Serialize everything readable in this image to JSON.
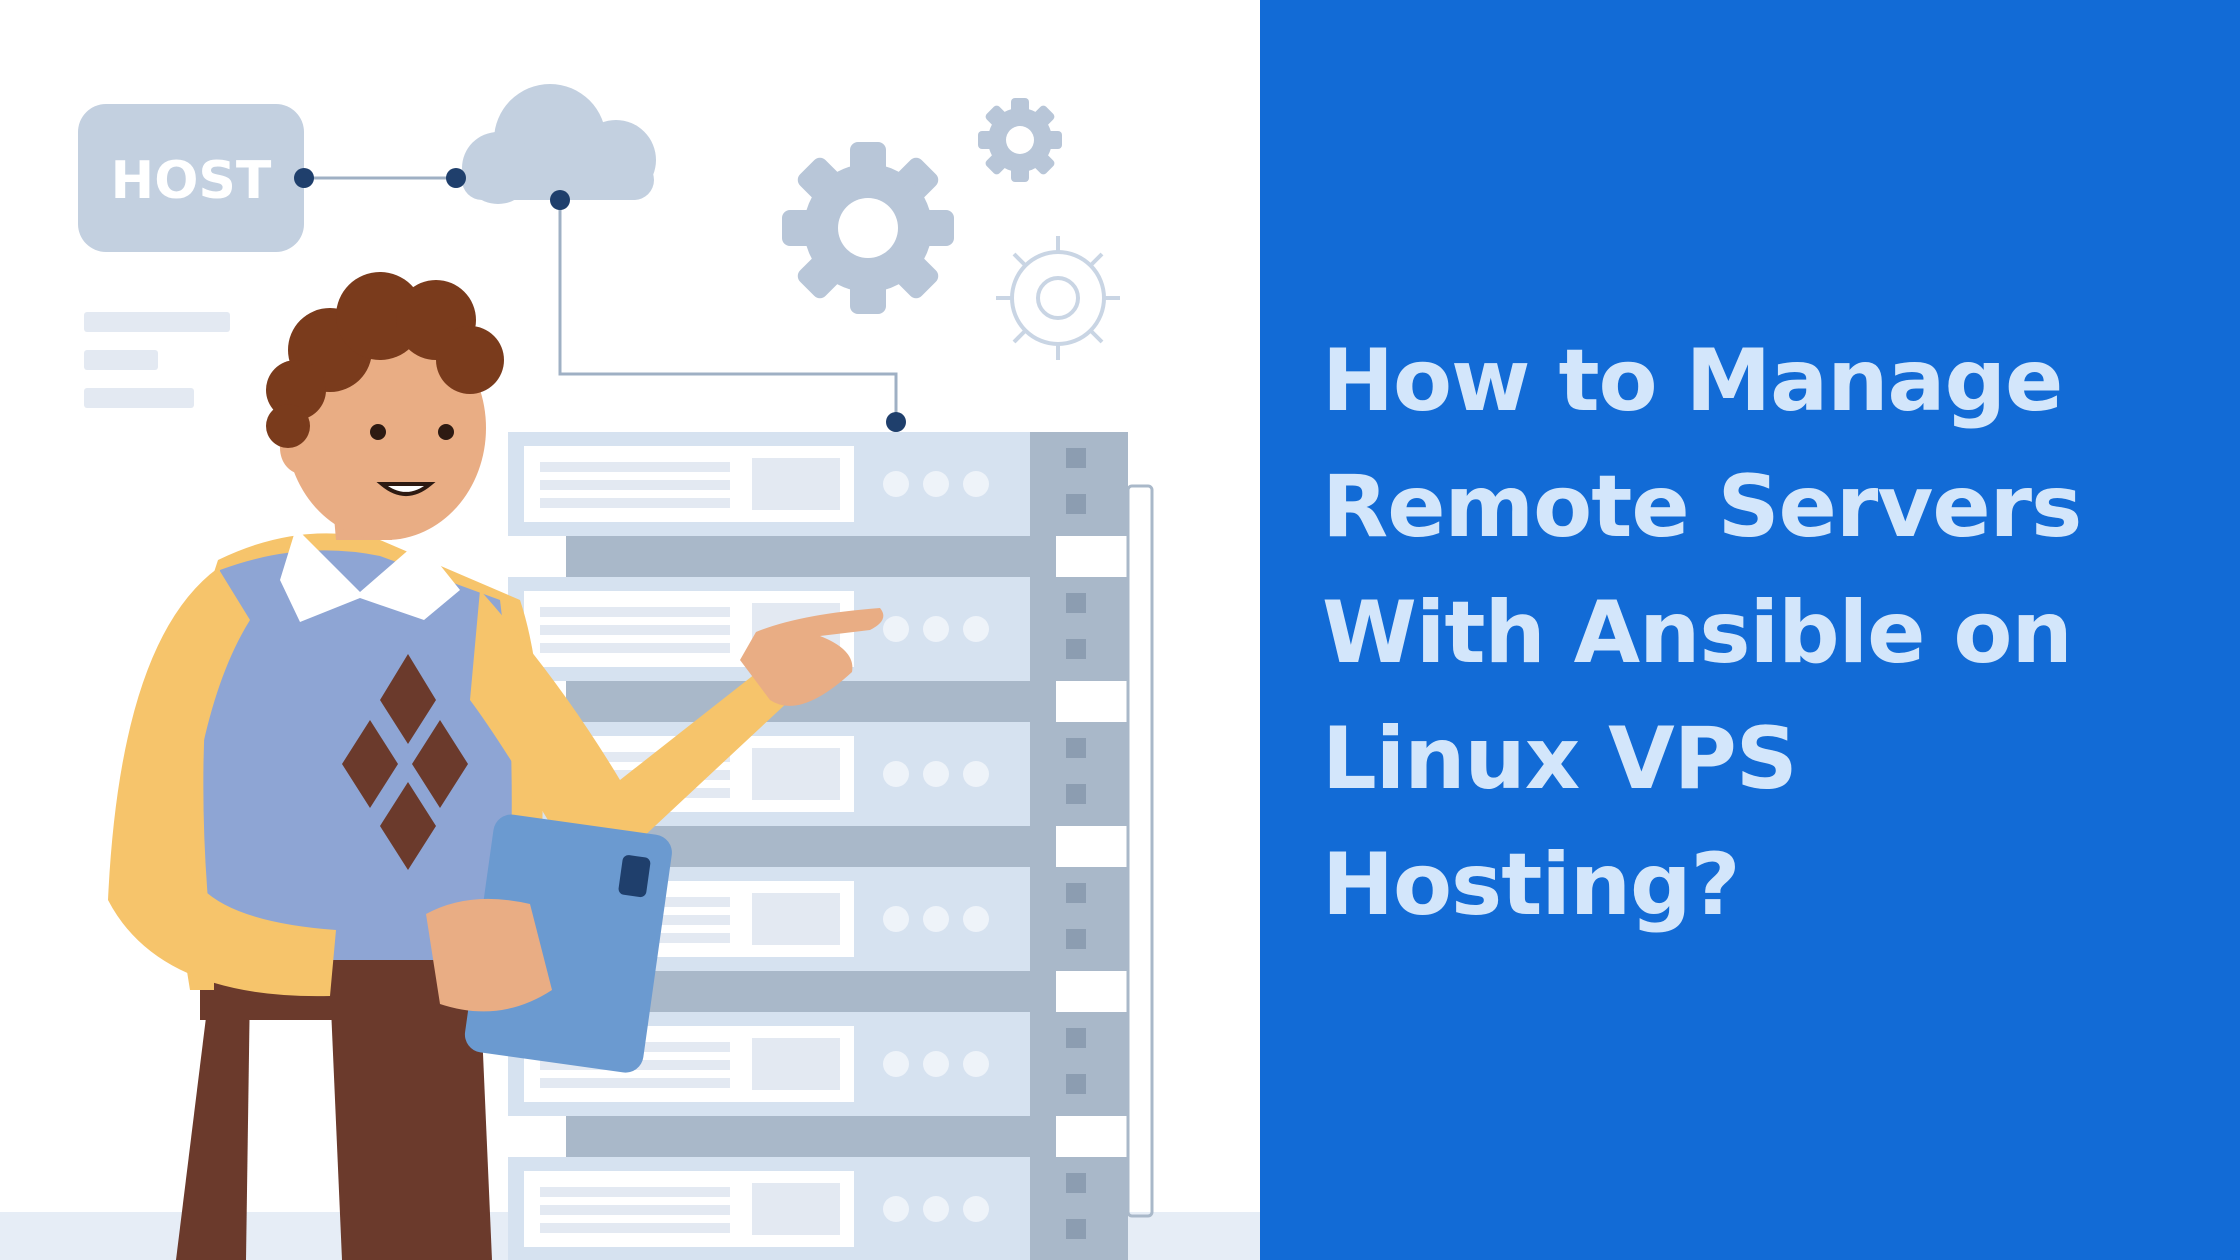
{
  "illustration": {
    "host_label": "HOST",
    "icons": [
      "cloud-icon",
      "gear-icon",
      "server-rack-icon",
      "tablet-icon"
    ],
    "colors": {
      "panel_gray": "#c3d0e0",
      "server_body": "#d6e2f0",
      "server_dark": "#a9b8c9",
      "node_dot": "#1f3f6c",
      "shirt": "#f6c46b",
      "vest": "#8ea5d4",
      "pants": "#6b3a2c",
      "hair": "#7a3b1c",
      "tablet": "#6b9ad0"
    }
  },
  "title": {
    "lines": [
      "How to Manage",
      "Remote Servers",
      "With Ansible on",
      "Linux VPS",
      "Hosting?"
    ],
    "colors": {
      "background": "#126bd6",
      "text": "#d3e6fb"
    }
  }
}
